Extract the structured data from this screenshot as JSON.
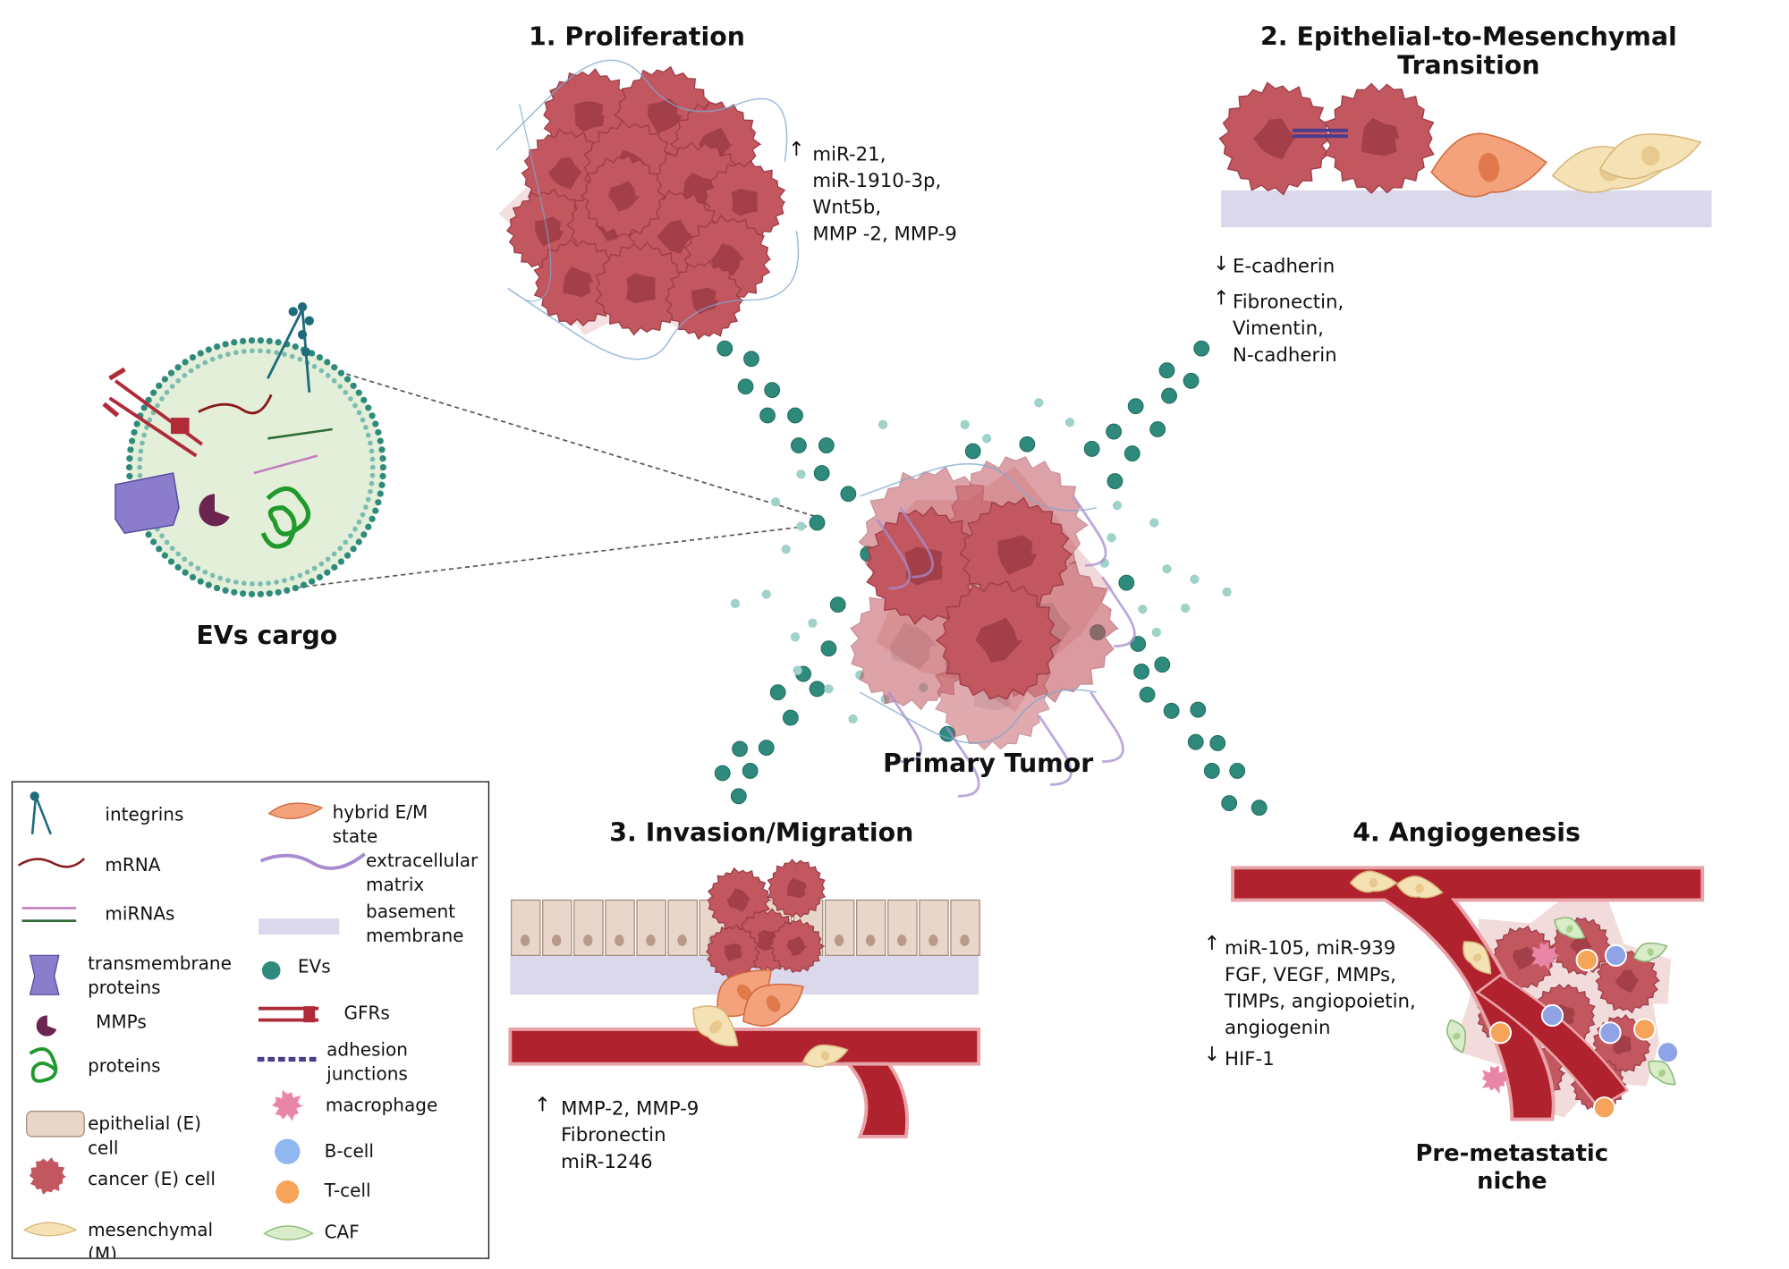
{
  "colors": {
    "cancer_cell": "#c2575f",
    "cancer_nucleus": "#a23f49",
    "ev": "#2e8b7c",
    "ev_light": "#9fd2c8",
    "ecm": "#a78bd0",
    "vessel": "#b0222e",
    "basement": "#dcd8ec",
    "epithelial": "#e7d6c9",
    "mesenchymal": "#f5e2b4",
    "hybrid": "#f3a27b"
  },
  "panels": {
    "proliferation": {
      "title": "1.  Proliferation",
      "arrow": "↑",
      "markers": [
        "miR-21,",
        "miR-1910-3p,",
        "Wnt5b,",
        "MMP -2, MMP-9"
      ]
    },
    "emt": {
      "title_line1": "2. Epithelial-to-Mesenchymal",
      "title_line2": "Transition",
      "down_arrow": "↓",
      "down": [
        "E-cadherin"
      ],
      "up_arrow": "↑",
      "up": [
        "Fibronectin,",
        "Vimentin,",
        "N-cadherin"
      ]
    },
    "invasion": {
      "title": "3. Invasion/Migration",
      "arrow": "↑",
      "markers": [
        "MMP-2, MMP-9",
        "Fibronectin",
        "miR-1246"
      ]
    },
    "angiogenesis": {
      "title": "4. Angiogenesis",
      "up_arrow": "↑",
      "up": [
        "miR-105, miR-939",
        "FGF, VEGF, MMPs,",
        "TIMPs, angiopoietin,",
        "angiogenin"
      ],
      "down_arrow": "↓",
      "down": [
        "HIF-1"
      ],
      "niche_line1": "Pre-metastatic",
      "niche_line2": "niche"
    }
  },
  "center": {
    "label": "Primary Tumor"
  },
  "ev_cargo": {
    "label": "EVs cargo"
  },
  "legend": {
    "left": [
      {
        "icon": "integrin-icon",
        "label": "integrins"
      },
      {
        "icon": "mrna-icon",
        "label": "mRNA"
      },
      {
        "icon": "mirna-icon",
        "label": "miRNAs"
      },
      {
        "icon": "transmembrane-protein-icon",
        "label": "transmembrane\nproteins"
      },
      {
        "icon": "mmp-icon",
        "label": "MMPs"
      },
      {
        "icon": "protein-icon",
        "label": "proteins"
      },
      {
        "icon": "epithelial-cell-icon",
        "label": "epithelial (E)\ncell"
      },
      {
        "icon": "cancer-cell-icon",
        "label": "cancer (E) cell"
      },
      {
        "icon": "mesenchymal-cell-icon",
        "label": "mesenchymal\n(M)\ncell"
      }
    ],
    "right": [
      {
        "icon": "hybrid-cell-icon",
        "label": "hybrid E/M\nstate"
      },
      {
        "icon": "ecm-icon",
        "label": "extracellular\nmatrix"
      },
      {
        "icon": "basement-membrane-icon",
        "label": "basement\nmembrane"
      },
      {
        "icon": "ev-icon",
        "label": "EVs"
      },
      {
        "icon": "gfr-icon",
        "label": "GFRs"
      },
      {
        "icon": "adhesion-junction-icon",
        "label": "adhesion\njunctions"
      },
      {
        "icon": "macrophage-icon",
        "label": "macrophage"
      },
      {
        "icon": "b-cell-icon",
        "label": "B-cell"
      },
      {
        "icon": "t-cell-icon",
        "label": "T-cell"
      },
      {
        "icon": "caf-icon",
        "label": "CAF"
      }
    ]
  }
}
